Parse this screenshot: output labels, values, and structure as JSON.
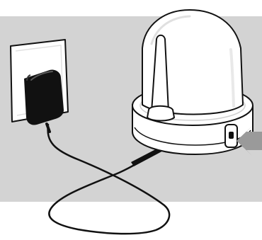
{
  "illustration": {
    "colors": {
      "panel_background": "#d3d3d3",
      "page_background": "#ffffff",
      "outline": "#111111",
      "adapter_fill": "#111111",
      "device_fill": "#ffffff",
      "arrow_fill": "#9a9a9a",
      "highlight": "#e9e9e9"
    },
    "elements": [
      "wall-outlet",
      "power-adapter",
      "power-cable",
      "camera-base",
      "camera-dome",
      "camera-antenna",
      "power-port",
      "indicator-arrow"
    ]
  }
}
